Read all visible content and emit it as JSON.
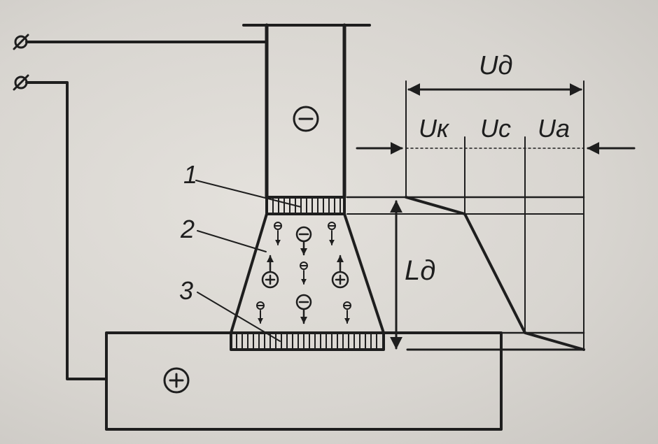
{
  "labels": {
    "u_arc": "Uд",
    "u_cathode": "Uк",
    "u_column": "Uс",
    "u_anode": "Uа",
    "l_arc": "Lд",
    "callout_1": "1",
    "callout_2": "2",
    "callout_3": "3"
  },
  "polarity": {
    "electrode": "−",
    "workpiece": "+"
  },
  "terminals": {
    "top": "⌀",
    "bottom": "⌀"
  },
  "colors": {
    "ink": "#1e1e1e",
    "paper": "#dcd9d4"
  }
}
